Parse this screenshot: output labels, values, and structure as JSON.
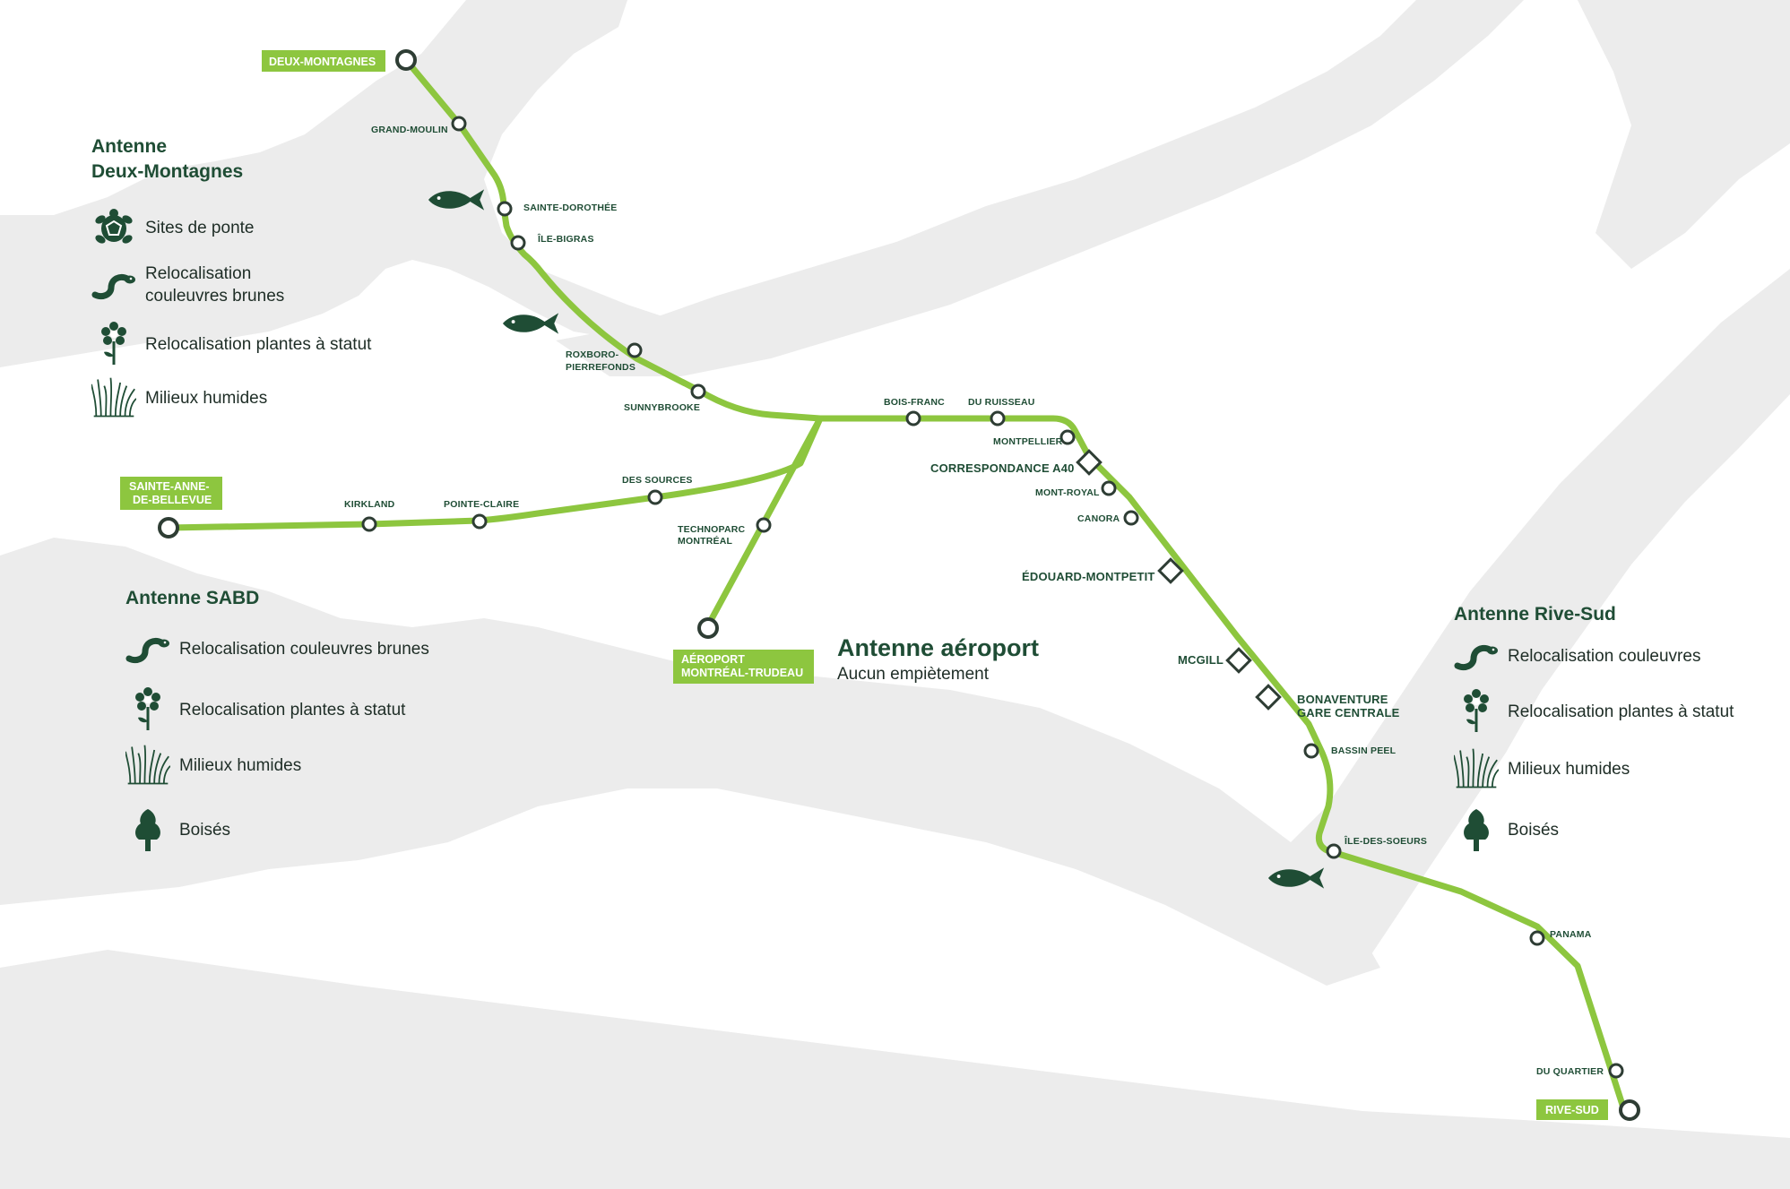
{
  "colors": {
    "line": "#8dc63f",
    "dark_green": "#1f4d35",
    "water": "#ececec",
    "station_fill": "#ffffff",
    "station_stroke": "#2e3d34"
  },
  "terminals": {
    "deux_montagnes": "DEUX-MONTAGNES",
    "sabd_line1": "SAINTE-ANNE-",
    "sabd_line2": "DE-BELLEVUE",
    "aeroport_line1": "AÉROPORT",
    "aeroport_line2": "MONTRÉAL-TRUDEAU",
    "rive_sud": "RIVE-SUD"
  },
  "stations": {
    "grand_moulin": "GRAND-MOULIN",
    "sainte_dorothee": "SAINTE-DOROTHÉE",
    "ile_bigras": "ÎLE-BIGRAS",
    "roxboro_1": "ROXBORO-",
    "roxboro_2": "PIERREFONDS",
    "sunnybrooke": "SUNNYBROOKE",
    "bois_franc": "BOIS-FRANC",
    "du_ruisseau": "DU RUISSEAU",
    "montpellier": "MONTPELLIER",
    "correspondance_a40": "CORRESPONDANCE A40",
    "mont_royal": "MONT-ROYAL",
    "canora": "CANORA",
    "edouard_montpetit": "ÉDOUARD-MONTPETIT",
    "mcgill": "MCGILL",
    "bonaventure_1": "BONAVENTURE",
    "bonaventure_2": "GARE CENTRALE",
    "bassin_peel": "BASSIN PEEL",
    "ile_des_soeurs": "ÎLE-DES-SOEURS",
    "panama": "PANAMA",
    "du_quartier": "DU QUARTIER",
    "kirkland": "KIRKLAND",
    "pointe_claire": "POINTE-CLAIRE",
    "des_sources": "DES SOURCES",
    "technoparc_1": "TECHNOPARC",
    "technoparc_2": "MONTRÉAL"
  },
  "legend_deux_montagnes": {
    "title_line1": "Antenne",
    "title_line2": "Deux-Montagnes",
    "items": [
      {
        "icon": "turtle-icon",
        "label": "Sites de ponte"
      },
      {
        "icon": "snake-icon",
        "label_line1": "Relocalisation",
        "label_line2": "couleuvres brunes"
      },
      {
        "icon": "flower-icon",
        "label": "Relocalisation plantes à statut"
      },
      {
        "icon": "wetland-grass-icon",
        "label": "Milieux humides"
      }
    ]
  },
  "legend_sabd": {
    "title": "Antenne SABD",
    "items": [
      {
        "icon": "snake-icon",
        "label": "Relocalisation couleuvres brunes"
      },
      {
        "icon": "flower-icon",
        "label": "Relocalisation plantes à statut"
      },
      {
        "icon": "wetland-grass-icon",
        "label": "Milieux humides"
      },
      {
        "icon": "tree-icon",
        "label": "Boisés"
      }
    ]
  },
  "legend_aeroport": {
    "title": "Antenne aéroport",
    "subtitle": "Aucun empiètement"
  },
  "legend_rive_sud": {
    "title": "Antenne Rive-Sud",
    "items": [
      {
        "icon": "snake-icon",
        "label": "Relocalisation couleuvres"
      },
      {
        "icon": "flower-icon",
        "label": "Relocalisation plantes à statut"
      },
      {
        "icon": "wetland-grass-icon",
        "label": "Milieux humides"
      },
      {
        "icon": "tree-icon",
        "label": "Boisés"
      }
    ]
  }
}
